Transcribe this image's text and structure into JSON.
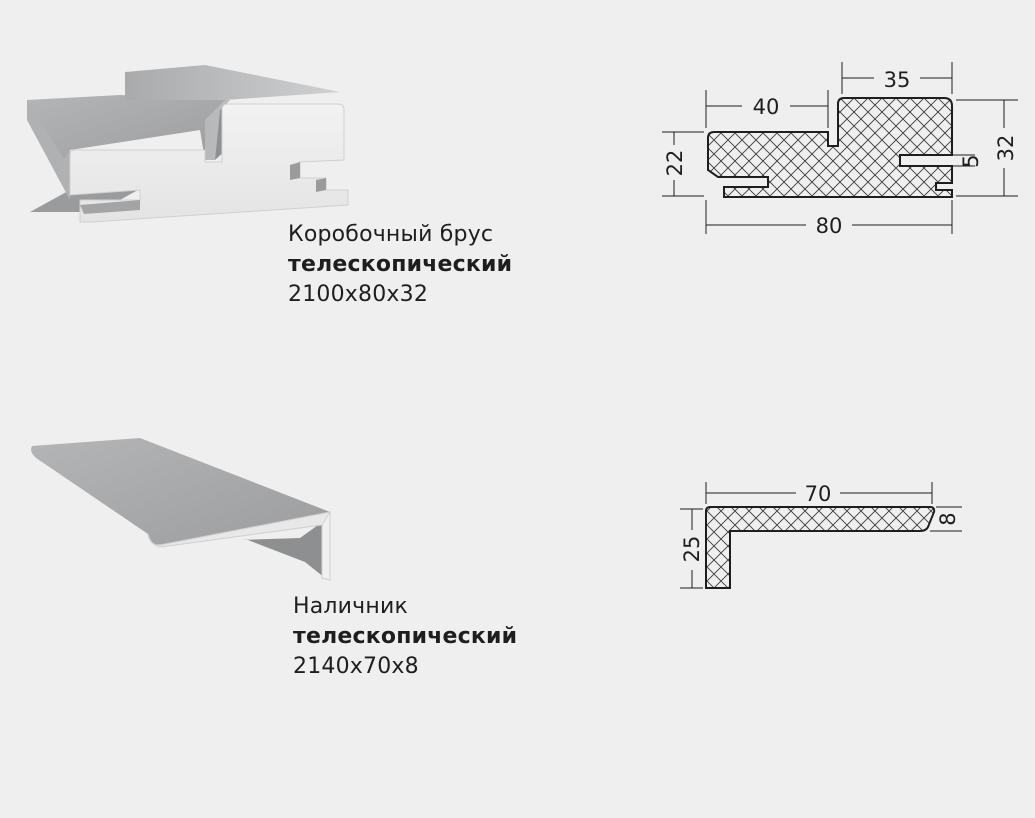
{
  "frame_beam": {
    "name": "Коробочный брус",
    "type": "телескопический",
    "size": "2100x80x32",
    "dimensions": {
      "width": "80",
      "height": "32",
      "top_left": "40",
      "top_right": "35",
      "left_height": "22",
      "slot": "5"
    }
  },
  "casing": {
    "name": "Наличник",
    "type": "телескопический",
    "size": "2140x70x8",
    "dimensions": {
      "width": "70",
      "height": "25",
      "thickness": "8"
    }
  },
  "colors": {
    "background": "#efefef",
    "outline": "#1e1e1e",
    "profile_light": "#e6e6e6",
    "profile_dark": "#a8a9ab"
  }
}
